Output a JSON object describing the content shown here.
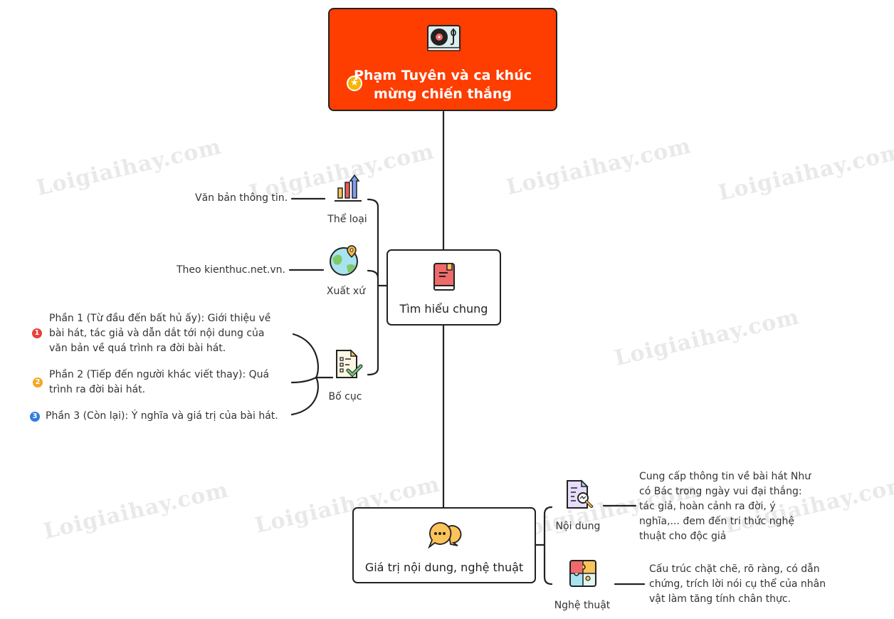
{
  "watermark": "Loigiaihay.com",
  "root": {
    "title_line1": "Phạm Tuyên và ca khúc",
    "title_line2": "mừng chiến thắng",
    "icon": "record-player-icon",
    "marker": "star-icon",
    "color": "#fe3d00"
  },
  "branches": [
    {
      "title": "Tìm hiểu chung",
      "icon": "book-icon",
      "children": [
        {
          "label": "Thể loại",
          "icon": "bar-chart-icon",
          "detail": "Văn bản thông tin."
        },
        {
          "label": "Xuất xứ",
          "icon": "globe-pin-icon",
          "detail": "Theo kienthuc.net.vn."
        },
        {
          "label": "Bố cục",
          "icon": "checklist-icon",
          "parts": [
            {
              "number": "1",
              "color": "#e8403a",
              "lines": [
                "Phần 1 (Từ đầu đến bất hủ ấy): Giới thiệu về",
                "bài hát, tác giả và dẫn dắt tới nội dung của",
                "văn bản về quá trình ra đời bài hát."
              ]
            },
            {
              "number": "2",
              "color": "#f5a623",
              "lines": [
                "Phần 2 (Tiếp đến người khác viết thay): Quá",
                "trình ra đời bài hát."
              ]
            },
            {
              "number": "3",
              "color": "#2f7de1",
              "lines": [
                "Phần 3 (Còn lại): Ý nghĩa và giá trị của bài hát."
              ]
            }
          ]
        }
      ]
    },
    {
      "title": "Giá trị nội dung, nghệ thuật",
      "icon": "chat-bubbles-icon",
      "children": [
        {
          "label": "Nội dung",
          "icon": "document-search-icon",
          "lines": [
            "Cung cấp thông tin về bài hát Như",
            "có Bác trong ngày vui đại thắng:",
            "tác giả, hoàn cảnh ra đời, ý",
            "nghĩa,... đem đến tri thức nghệ",
            "thuật cho độc giả"
          ]
        },
        {
          "label": "Nghệ thuật",
          "icon": "puzzle-icon",
          "lines": [
            "Cấu trúc chặt chẽ, rõ ràng, có dẫn",
            "chứng, trích lời nói cụ thể của nhân",
            "vật làm tăng tính chân thực."
          ]
        }
      ]
    }
  ]
}
